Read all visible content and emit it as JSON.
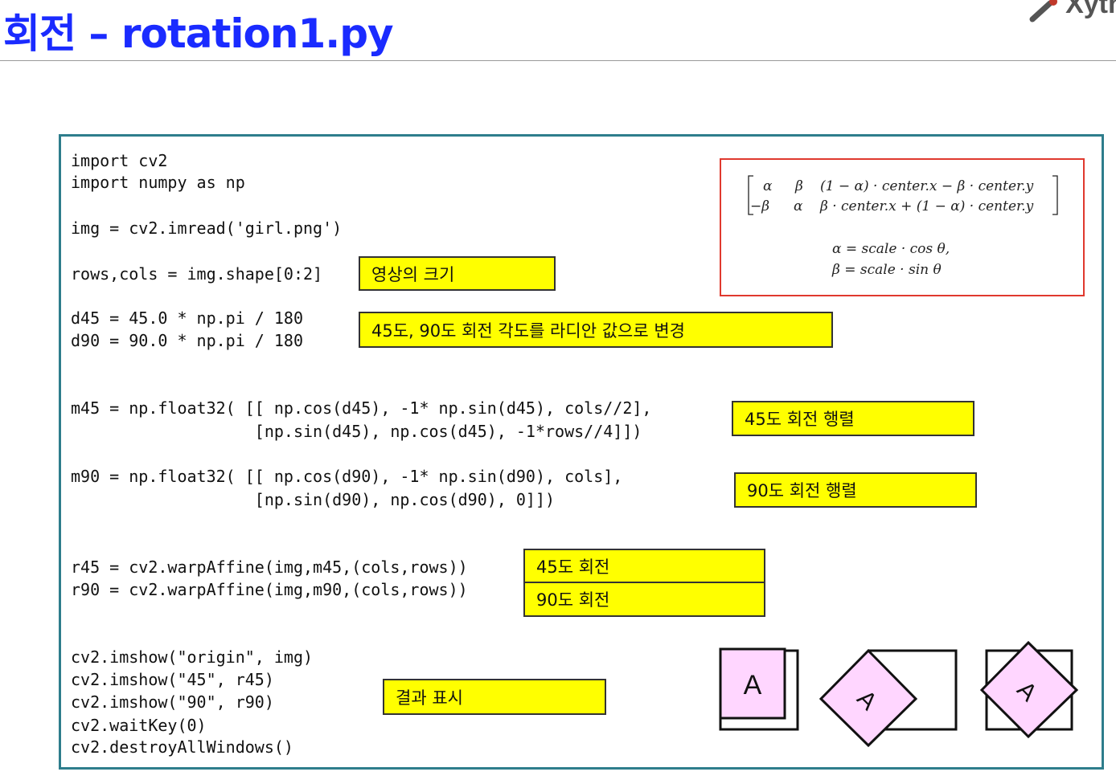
{
  "header": {
    "title": "회전 – rotation1.py",
    "logo_text": "Xyth"
  },
  "code": {
    "imports": [
      "import cv2",
      "import numpy as np"
    ],
    "imread": "img = cv2.imread('girl.png')",
    "shape": "rows,cols = img.shape[0:2]",
    "degrees": [
      "d45 = 45.0 * np.pi / 180",
      "d90 = 90.0 * np.pi / 180"
    ],
    "m45": [
      "m45 = np.float32( [[ np.cos(d45), -1* np.sin(d45), cols//2],",
      "                   [np.sin(d45), np.cos(d45), -1*rows//4]])"
    ],
    "m90": [
      "m90 = np.float32( [[ np.cos(d90), -1* np.sin(d90), cols],",
      "                   [np.sin(d90), np.cos(d90), 0]])"
    ],
    "warp": [
      "r45 = cv2.warpAffine(img,m45,(cols,rows))",
      "r90 = cv2.warpAffine(img,m90,(cols,rows))"
    ],
    "show": [
      "cv2.imshow(\"origin\", img)",
      "cv2.imshow(\"45\", r45)",
      "cv2.imshow(\"90\", r90)",
      "cv2.waitKey(0)",
      "cv2.destroyAllWindows()"
    ]
  },
  "notes": {
    "size": "영상의 크기",
    "radian": "45도, 90도 회전 각도를 라디안 값으로 변경",
    "matrix45": "45도 회전 행렬",
    "matrix90": "90도 회전 행렬",
    "rotate45": "45도 회전",
    "rotate90": "90도 회전",
    "display": "결과 표시"
  },
  "formula": {
    "row1": [
      "α",
      "β",
      "(1 − α) · center.x − β · center.y"
    ],
    "row2": [
      "−β",
      "α",
      "β · center.x + (1 − α) · center.y"
    ],
    "alpha_def": "α = scale · cos θ,",
    "beta_def": "β = scale · sin θ"
  },
  "figures": {
    "letter": "A",
    "shape_fill": "#ffd6ff"
  },
  "colors": {
    "title": "#1a2bff",
    "frame": "#2e7d8c",
    "note_bg": "#ffff00",
    "formula_border": "#e0392e"
  }
}
